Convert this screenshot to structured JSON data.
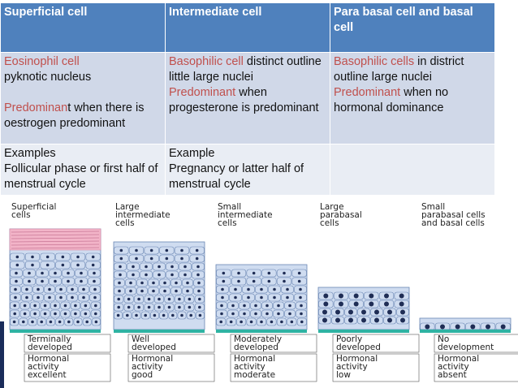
{
  "table": {
    "headers": [
      "Superficial cell",
      "Intermediate cell",
      "Para basal cell and basal cell"
    ],
    "row1": {
      "c1": {
        "red1": "Eosinophil cell",
        "text1": " pyknotic nucleus",
        "red2": "Predominan",
        "text2": "t when there is oestrogen predominant"
      },
      "c2": {
        "red1": "Basophilic cell",
        "text1": " distinct outline little large nuclei",
        "red2": " Predominant",
        "text2": " when progesterone is predominant"
      },
      "c3": {
        "red1": "Basophilic cells",
        "text1": " in district outline large nuclei",
        "red2": " Predominant",
        "text2": " when no hormonal dominance"
      }
    },
    "row2": {
      "c1": {
        "line1": "Examples",
        "line2": "Follicular phase or first half of menstrual cycle"
      },
      "c2": {
        "line1": "Example",
        "line2": " Pregnancy or latter half of menstrual cycle"
      },
      "c3": ""
    }
  },
  "figure": {
    "columns": [
      {
        "title": [
          "Superficial",
          "cells"
        ],
        "dev": [
          "Terminally",
          "developed"
        ],
        "hormonal": [
          "Hormonal",
          "activity",
          "excellent"
        ]
      },
      {
        "title": [
          "Large",
          "intermediate",
          "cells"
        ],
        "dev": [
          "Well",
          "developed"
        ],
        "hormonal": [
          "Hormonal",
          "activity",
          "good"
        ]
      },
      {
        "title": [
          "Small",
          "intermediate",
          "cells"
        ],
        "dev": [
          "Moderately",
          "developed"
        ],
        "hormonal": [
          "Hormonal",
          "activity",
          "moderate"
        ]
      },
      {
        "title": [
          "Large",
          "parabasal",
          "cells"
        ],
        "dev": [
          "Poorly",
          "developed"
        ],
        "hormonal": [
          "Hormonal",
          "activity",
          "low"
        ]
      },
      {
        "title": [
          "Small",
          "parabasal cells",
          "and basal cells"
        ],
        "dev": [
          "No",
          "development"
        ],
        "hormonal": [
          "Hormonal",
          "activity",
          "absent"
        ]
      }
    ],
    "colors": {
      "cell_fill": "#cfdcf0",
      "cell_stroke": "#6a86b3",
      "pink": "#f2b4c8",
      "nucleus": "#1f2d55",
      "base_bar": "#2fb3a3",
      "left_accent": "#1a2c5a"
    }
  }
}
